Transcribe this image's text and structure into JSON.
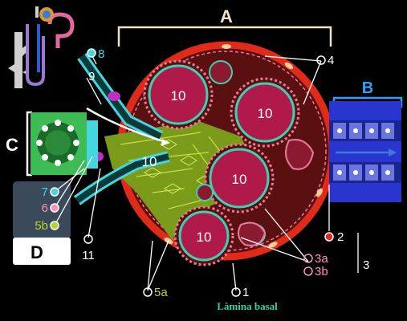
{
  "section_labels": {
    "A": "A",
    "B": "B",
    "C": "C",
    "D": "D"
  },
  "lumen_labels": [
    "10",
    "10",
    "10",
    "10",
    "10"
  ],
  "callouts": {
    "c8": "8",
    "c9": "9",
    "c4": "4",
    "c7": "7",
    "c6": "6",
    "c5b": "5b",
    "c11": "11",
    "c5a": "5a",
    "c1": "1",
    "c2": "2",
    "c3a": "3a",
    "c3b": "3b",
    "c3": "3"
  },
  "caption": "Làmina basal",
  "colors": {
    "background": "#000000",
    "capsule_red": "#e02a1a",
    "mesangium_green": "#b8d430",
    "capillary_wall_teal": "#3fd0b4",
    "podocyte_pink": "#e87a9a",
    "tubule_blue": "#2a35d0",
    "macula_green": "#3dbb55",
    "arteriole_cyan": "#45d6e0",
    "callout_white": "#ffffff",
    "callout_pink": "#ff8fc0",
    "label_blue": "#2aa0ff",
    "caption_teal": "#2ed3a8"
  }
}
